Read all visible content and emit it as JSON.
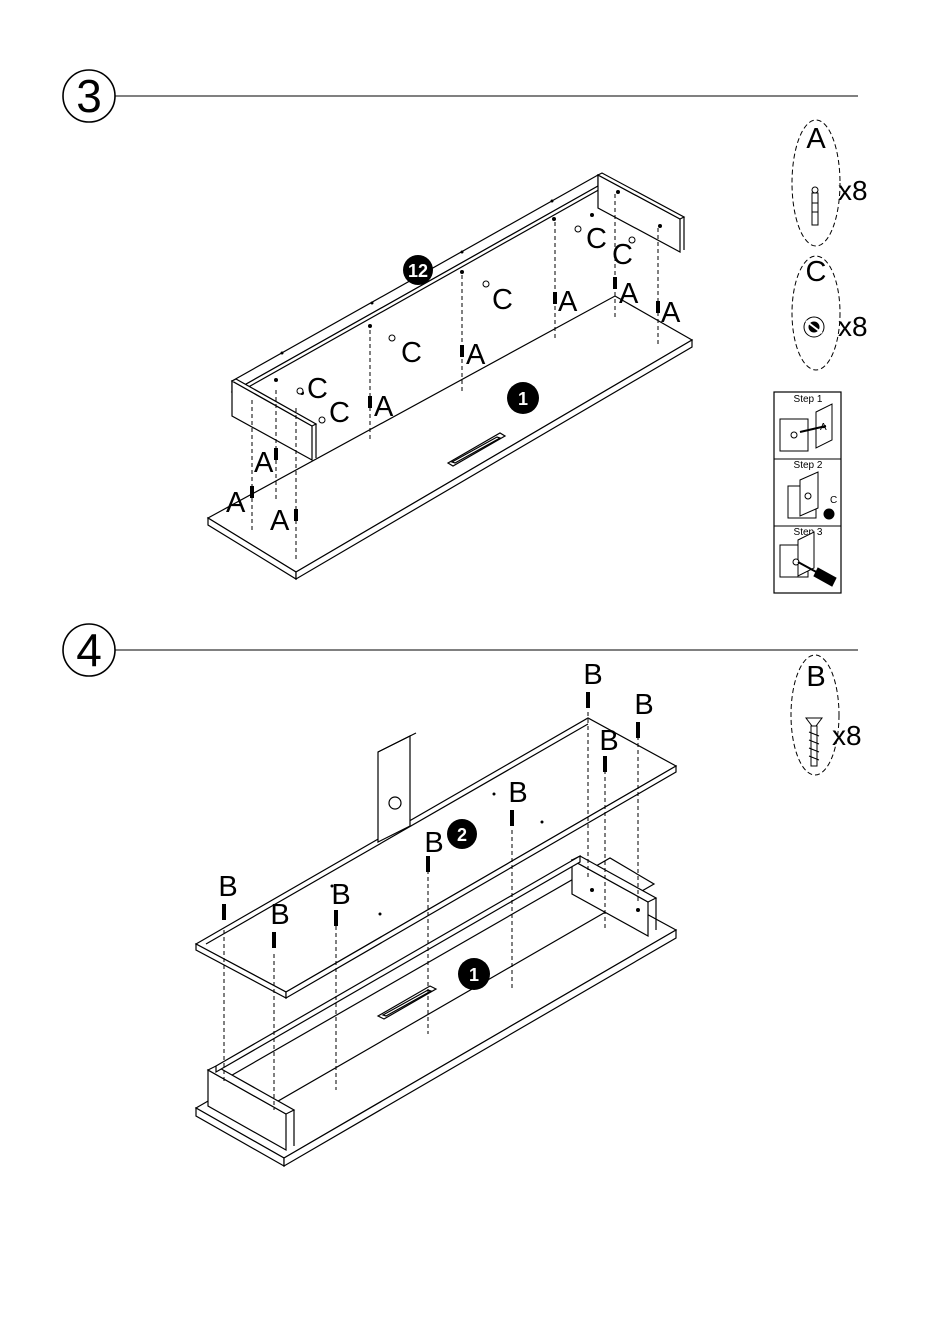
{
  "colors": {
    "ink": "#000000",
    "paper": "#ffffff",
    "panel_edge": "#000000"
  },
  "steps": [
    {
      "number": "3",
      "badges": [
        "12",
        "1"
      ],
      "hardware": [
        {
          "letter": "A",
          "quantity": "x8",
          "icon": "cam-bolt-icon"
        },
        {
          "letter": "C",
          "quantity": "x8",
          "icon": "cam-lock-icon"
        }
      ],
      "callouts": [
        "C",
        "C",
        "C",
        "C",
        "C",
        "C",
        "A",
        "A",
        "A",
        "A",
        "A",
        "A",
        "A",
        "A"
      ],
      "inset": {
        "steps": [
          {
            "label": "Step 1",
            "part": "A"
          },
          {
            "label": "Step 2",
            "part": "C"
          },
          {
            "label": "Step 3",
            "part": ""
          }
        ]
      }
    },
    {
      "number": "4",
      "badges": [
        "2",
        "1"
      ],
      "hardware": [
        {
          "letter": "B",
          "quantity": "x8",
          "icon": "screw-icon"
        }
      ],
      "callouts": [
        "B",
        "B",
        "B",
        "B",
        "B",
        "B",
        "B",
        "B"
      ]
    }
  ]
}
